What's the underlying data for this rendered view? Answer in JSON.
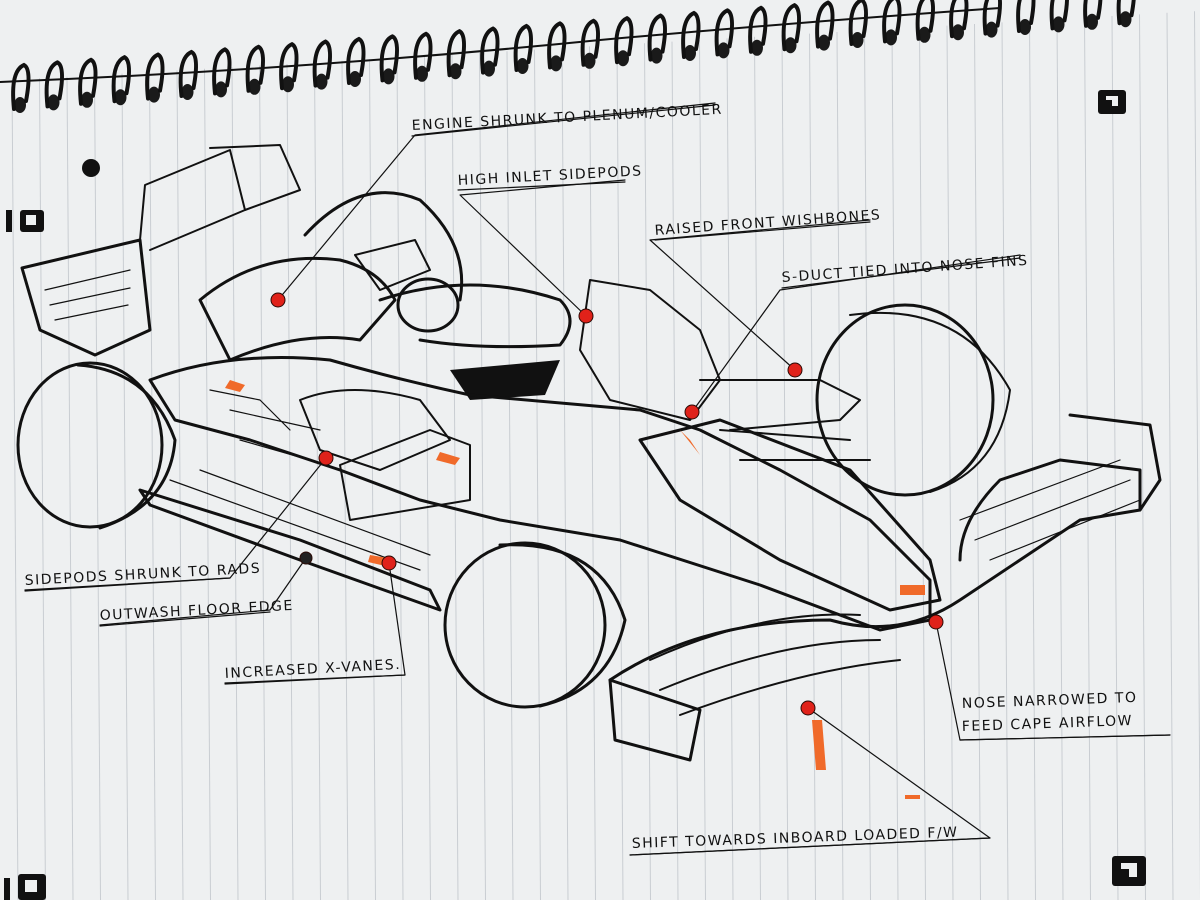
{
  "colors": {
    "paper": "#eef0f1",
    "rule_line": "#c9cdd2",
    "ink": "#111111",
    "marker_red": "#e0221a",
    "marker_orange": "#f06a2a"
  },
  "icons": {
    "corner_marker_top_right": "corner-marker-icon",
    "corner_marker_bottom_right": "corner-marker-icon",
    "corner_marker_left": "corner-marker-icon",
    "corner_marker_bottom_left": "corner-marker-icon"
  },
  "annotations": [
    {
      "id": "engine",
      "text": "ENGINE SHRUNK TO PLENUM/COOLER"
    },
    {
      "id": "sidepods_inlet",
      "text": "HIGH INLET SIDEPODS"
    },
    {
      "id": "wishbones",
      "text": "RAISED FRONT WISHBONES"
    },
    {
      "id": "sduct",
      "text": "S-DUCT TIED INTO NOSE FINS"
    },
    {
      "id": "nose",
      "text": "NOSE NARROWED TO"
    },
    {
      "id": "nose2",
      "text": "FEED CAPE AIRFLOW"
    },
    {
      "id": "wing",
      "text": "SHIFT TOWARDS INBOARD LOADED F/W"
    },
    {
      "id": "sidepods_rads",
      "text": "SIDEPODS SHRUNK TO RADS"
    },
    {
      "id": "floor",
      "text": "OUTWASH FLOOR EDGE"
    },
    {
      "id": "xvanes",
      "text": "INCREASED X-VANES."
    }
  ]
}
